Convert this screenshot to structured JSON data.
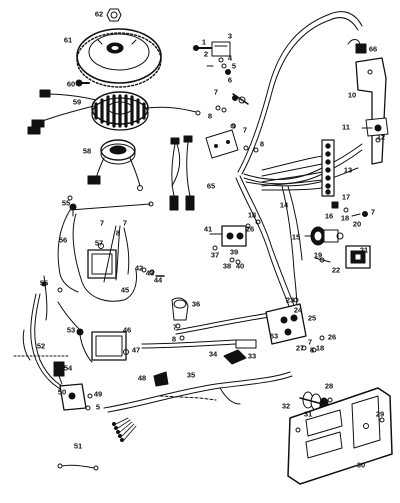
{
  "diagram": {
    "callouts": {
      "c1": "1",
      "c2": "2",
      "c3": "3",
      "c4": "4",
      "c5": "5",
      "c6": "6",
      "c7": "7",
      "c8": "8",
      "c9": "9",
      "c10": "10",
      "c11": "11",
      "c12": "12",
      "c13": "13",
      "c14": "14",
      "c15": "15",
      "c16": "16",
      "c17": "17",
      "c18": "18",
      "c19": "19",
      "c20": "20",
      "c21": "21",
      "c22": "22",
      "c23": "23",
      "c24": "24",
      "c25": "25",
      "c26": "26",
      "c27": "27",
      "c28": "28",
      "c29": "29",
      "c30": "30",
      "c31": "31",
      "c32": "32",
      "c33": "33",
      "c34": "34",
      "c35": "35",
      "c36": "36",
      "c37": "37",
      "c38": "38",
      "c39": "39",
      "c40": "40",
      "c41": "41",
      "c42": "42",
      "c43": "43",
      "c44": "44",
      "c45": "45",
      "c46": "46",
      "c47": "47",
      "c48": "48",
      "c49": "49",
      "c50": "50",
      "c51": "51",
      "c52": "52",
      "c53": "53",
      "c54": "54",
      "c55": "55",
      "c56": "56",
      "c57": "57",
      "c58": "58",
      "c59": "59",
      "c60": "60",
      "c61": "61",
      "c62": "62",
      "c63": "63",
      "c64": "64",
      "c65": "65",
      "c66": "66"
    },
    "colors": {
      "ink": "#111111",
      "paper": "#ffffff"
    }
  }
}
